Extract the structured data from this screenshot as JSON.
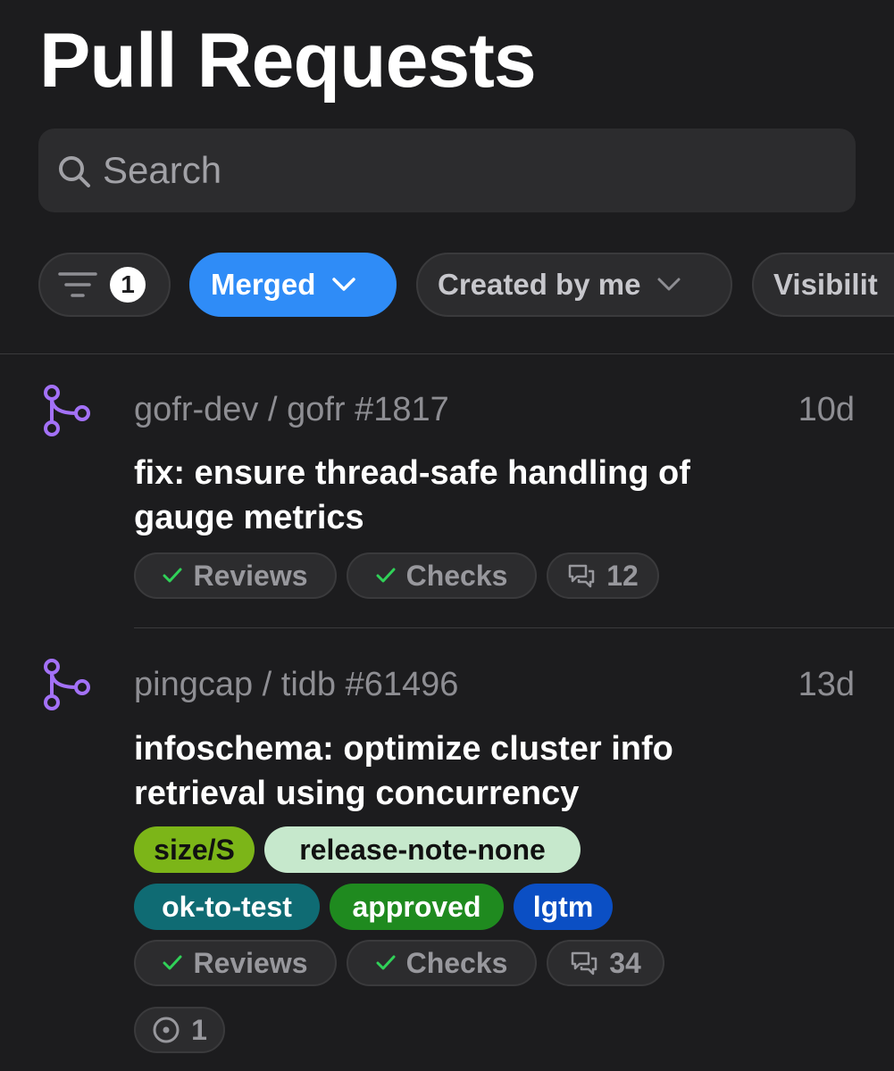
{
  "header": {
    "title": "Pull Requests"
  },
  "search": {
    "placeholder": "Search",
    "icon": "search-icon"
  },
  "filters": {
    "filter_count": "1",
    "merged_label": "Merged",
    "created_label": "Created by me",
    "visibility_label": "Visibilit"
  },
  "colors": {
    "accent": "#2f8cf7",
    "branch_icon": "#a371f7",
    "check": "#30d158"
  },
  "pull_requests": [
    {
      "repo": "gofr-dev / gofr #1817",
      "age": "10d",
      "title": "fix: ensure thread-safe handling of gauge metrics",
      "reviews": "Reviews",
      "checks": "Checks",
      "comments": "12"
    },
    {
      "repo": "pingcap / tidb #61496",
      "age": "13d",
      "title": "infoschema: optimize cluster info retrieval using concurrency",
      "labels": [
        {
          "text": "size/S",
          "color": "#7cb518"
        },
        {
          "text": "release-note-none",
          "color": "#c6e8cc"
        },
        {
          "text": "ok-to-test",
          "color": "#0f6b73"
        },
        {
          "text": "approved",
          "color": "#1f8a1f"
        },
        {
          "text": "lgtm",
          "color": "#0b4fc4"
        }
      ],
      "reviews": "Reviews",
      "checks": "Checks",
      "comments": "34",
      "issues": "1"
    }
  ]
}
